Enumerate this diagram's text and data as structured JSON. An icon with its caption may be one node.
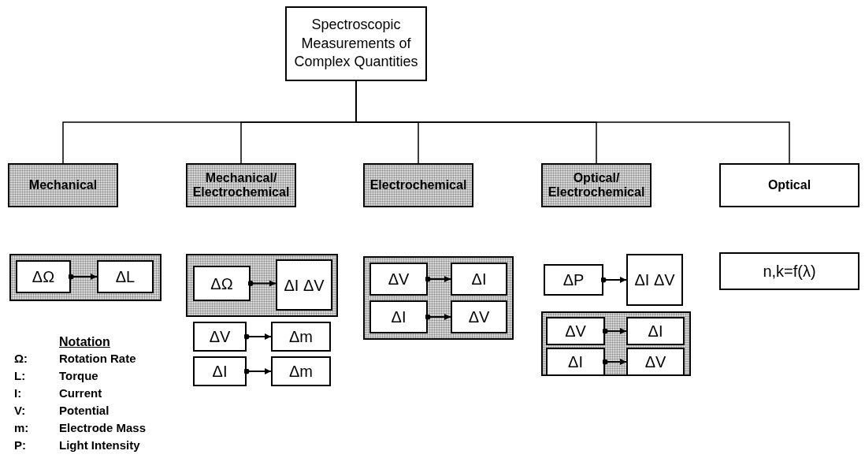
{
  "diagram": {
    "nodes": [
      {
        "text": [
          "Spectroscopic Measurements of Complex Quantities"
        ]
      },
      {
        "text": [
          "Mechanical"
        ]
      },
      {
        "text": [
          "Mechanical/ Electrochemical"
        ]
      },
      {
        "text": [
          "Electrochemical"
        ]
      },
      {
        "text": [
          "Optical/ Electrochemical"
        ]
      },
      {
        "text": [
          "Optical"
        ]
      },
      {
        "text": [],
        "shape": "box"
      },
      {
        "text": [
          "ΔΩ"
        ],
        "in": 6
      },
      {
        "text": [
          "ΔL"
        ],
        "in": 6
      },
      {
        "text": [],
        "shape": "box"
      },
      {
        "text": [
          "ΔΩ"
        ],
        "in": 9
      },
      {
        "text": [
          "ΔI ΔV"
        ],
        "in": 9
      },
      {
        "text": [
          "ΔV"
        ]
      },
      {
        "text": [
          "Δm"
        ]
      },
      {
        "text": [
          "ΔI"
        ]
      },
      {
        "text": [
          "Δm"
        ]
      },
      {
        "text": [],
        "shape": "box"
      },
      {
        "text": [
          "ΔV"
        ],
        "in": 16
      },
      {
        "text": [
          "ΔI"
        ],
        "in": 16
      },
      {
        "text": [
          "ΔI"
        ],
        "in": 16
      },
      {
        "text": [
          "ΔV"
        ],
        "in": 16
      },
      {
        "text": [
          "ΔP"
        ]
      },
      {
        "text": [
          "ΔI ΔV"
        ]
      },
      {
        "text": [],
        "shape": "box"
      },
      {
        "text": [
          "ΔV"
        ],
        "in": 23
      },
      {
        "text": [
          "ΔI"
        ],
        "in": 23
      },
      {
        "text": [
          "ΔI"
        ],
        "in": 23
      },
      {
        "text": [
          "ΔV"
        ],
        "in": 23
      },
      {
        "text": [
          "n,k=f(λ)"
        ]
      }
    ],
    "edges": [
      {
        "from": 0,
        "to": 1,
        "arrow": "none"
      },
      {
        "from": 0,
        "to": 2,
        "arrow": "none"
      },
      {
        "from": 0,
        "to": 3,
        "arrow": "none"
      },
      {
        "from": 0,
        "to": 4,
        "arrow": "none"
      },
      {
        "from": 0,
        "to": 5,
        "arrow": "none"
      },
      {
        "from": 7,
        "to": 8,
        "arrow": "to"
      },
      {
        "from": 10,
        "to": 11,
        "arrow": "to"
      },
      {
        "from": 12,
        "to": 13,
        "arrow": "to"
      },
      {
        "from": 14,
        "to": 15,
        "arrow": "to"
      },
      {
        "from": 17,
        "to": 18,
        "arrow": "to"
      },
      {
        "from": 19,
        "to": 20,
        "arrow": "to"
      },
      {
        "from": 21,
        "to": 22,
        "arrow": "to"
      },
      {
        "from": 24,
        "to": 25,
        "arrow": "to"
      },
      {
        "from": 26,
        "to": 27,
        "arrow": "to"
      }
    ],
    "labels": [
      "Notation",
      "Ω:",
      "Rotation Rate",
      "L:",
      "Torque",
      "I:",
      "Current",
      "V:",
      "Potential",
      "m:",
      "Electrode Mass",
      "P:",
      "Light Intensity"
    ]
  }
}
